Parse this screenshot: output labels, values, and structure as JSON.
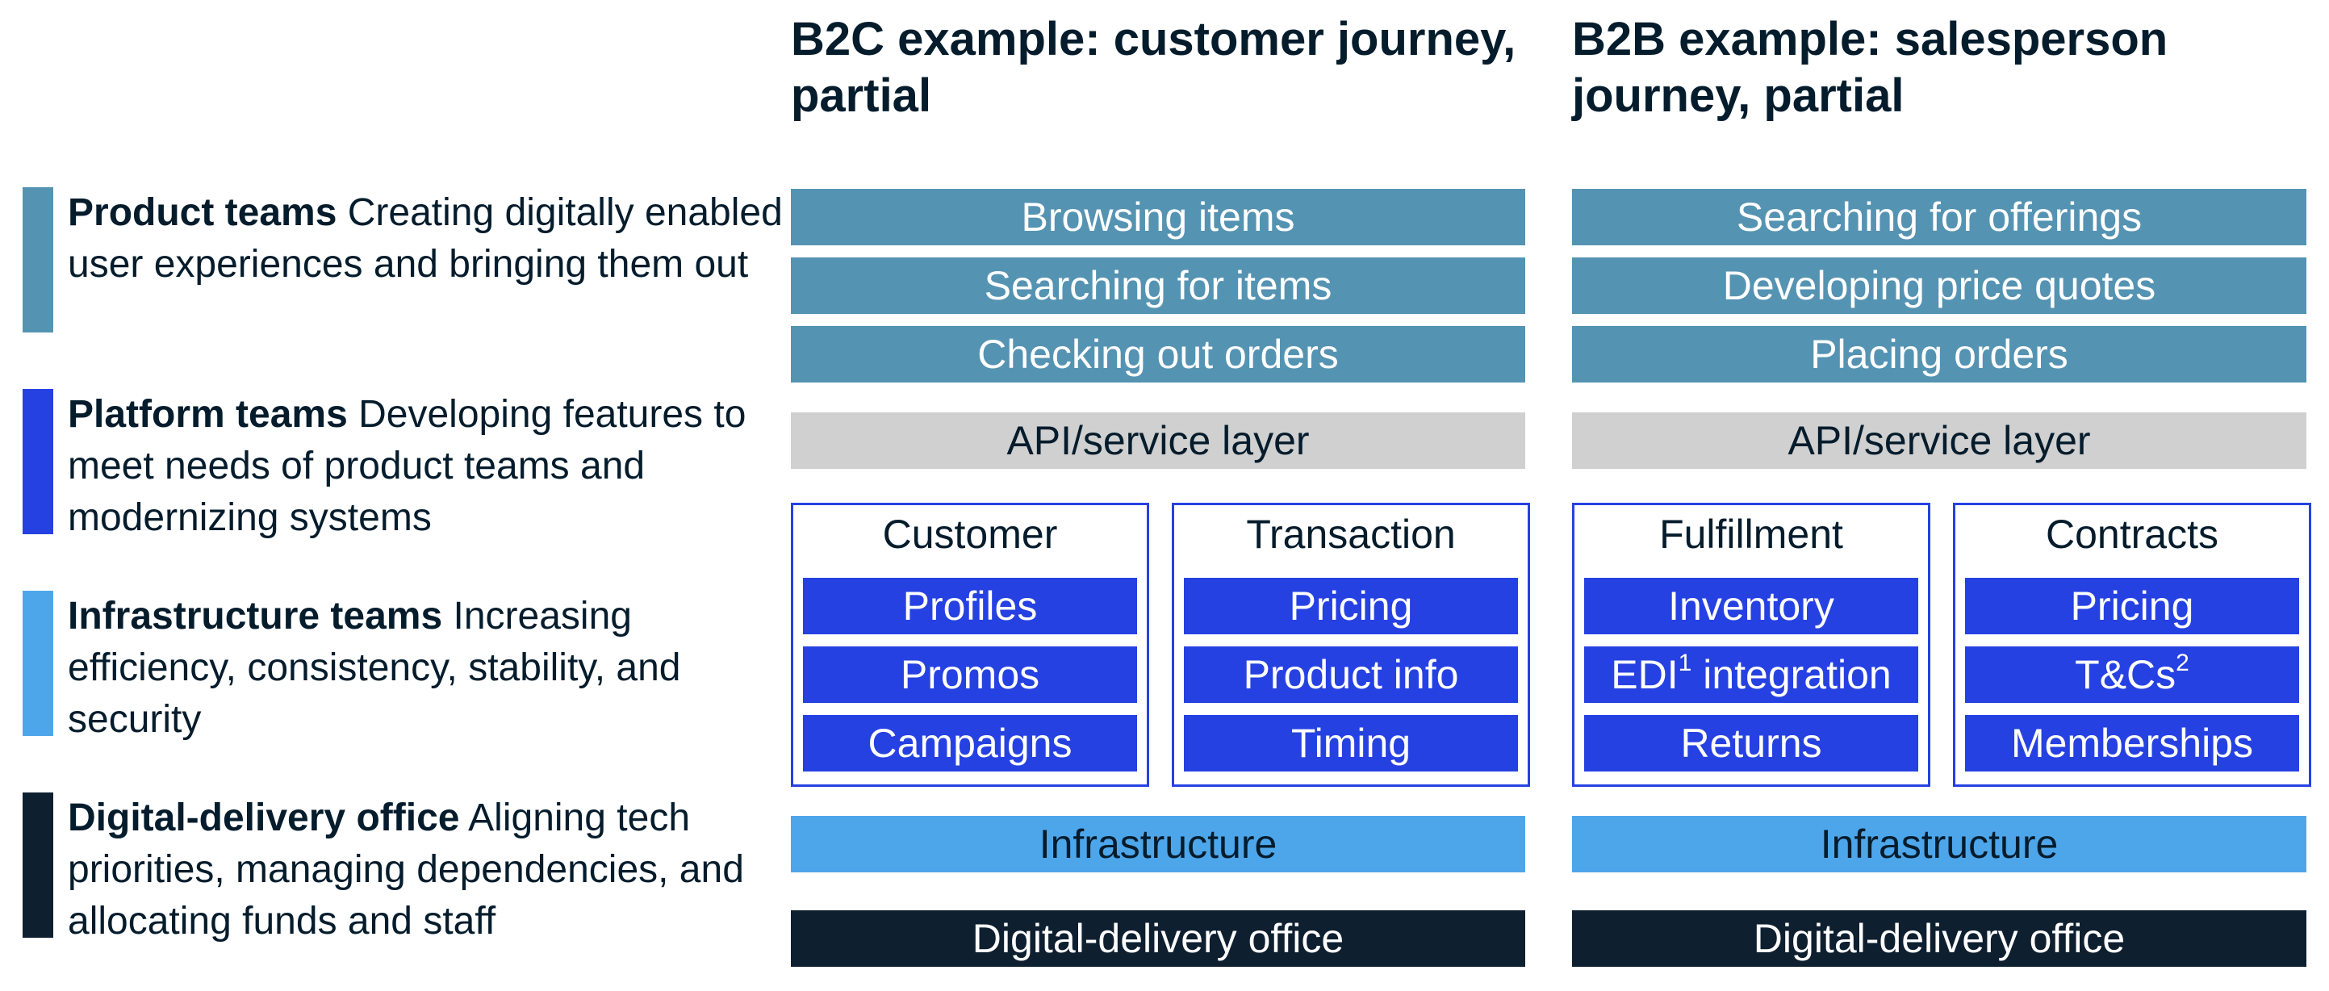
{
  "legend": [
    {
      "name": "product",
      "bold": "Product teams",
      "text": " Creating digitally enabled user experiences and bringing them out",
      "color": "#5593b2"
    },
    {
      "name": "platform",
      "bold": "Platform teams",
      "text": " Developing features to meet needs of product teams and modernizing systems",
      "color": "#2641e2"
    },
    {
      "name": "infrastructure",
      "bold": "Infrastructure teams",
      "text": " Increasing efficiency, consistency, stability, and security",
      "color": "#4ea6ea"
    },
    {
      "name": "office",
      "bold": "Digital-delivery office",
      "text": " Aligning tech priorities, managing dependencies, and allocating funds and staff",
      "color": "#0e1f30"
    }
  ],
  "b2c": {
    "title": "B2C example: customer journey, partial",
    "product": [
      "Browsing items",
      "Searching for items",
      "Checking out orders"
    ],
    "api": "API/service layer",
    "groups": [
      {
        "title": "Customer",
        "items": [
          "Profiles",
          "Promos",
          "Campaigns"
        ]
      },
      {
        "title": "Transaction",
        "items": [
          "Pricing",
          "Product info",
          "Timing"
        ]
      }
    ],
    "infrastructure": "Infrastructure",
    "office": "Digital-delivery office"
  },
  "b2b": {
    "title": "B2B example: salesperson journey, partial",
    "product": [
      "Searching for offerings",
      "Developing price quotes",
      "Placing orders"
    ],
    "api": "API/service layer",
    "groups": [
      {
        "title": "Fulfillment",
        "items": [
          "Inventory",
          "EDI integration",
          "Returns"
        ],
        "footnotes": {
          "1": "1"
        }
      },
      {
        "title": "Contracts",
        "items": [
          "Pricing",
          "T&Cs",
          "Memberships"
        ],
        "footnotes": {
          "1": "2"
        }
      }
    ],
    "infrastructure": "Infrastructure",
    "office": "Digital-delivery office"
  },
  "colors": {
    "product": "#5593b2",
    "platform": "#2641e2",
    "infrastructure": "#4ea6ea",
    "api": "#d0d0d0",
    "office": "#0e1f30"
  }
}
